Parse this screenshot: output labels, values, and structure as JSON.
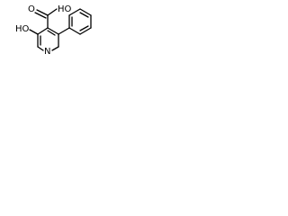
{
  "structure": {
    "labels": {
      "carboxyl_oxygen": "O",
      "hydroxyl_hydrogen": "HO",
      "ring_hydroxyl": "HO",
      "ring_nitrogen": "N"
    },
    "colors": {
      "bond": "#000000",
      "text": "#000000",
      "background": "#ffffff"
    }
  }
}
